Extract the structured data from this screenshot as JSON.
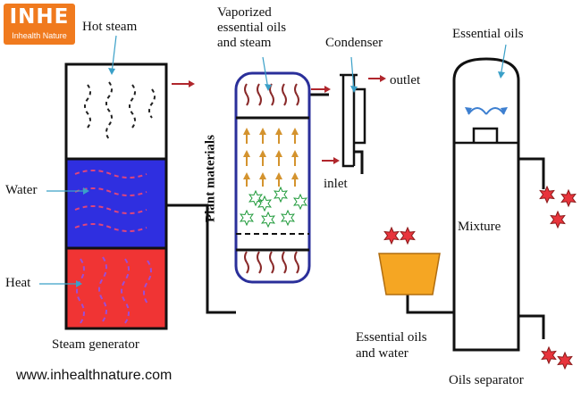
{
  "logo": {
    "main": "INHE",
    "sub": "Inhealth Nature"
  },
  "labels": {
    "hot_steam": "Hot steam",
    "water": "Water",
    "heat": "Heat",
    "steam_generator": "Steam generator",
    "vaporized_1": "Vaporized",
    "vaporized_2": "essential oils",
    "vaporized_3": "and steam",
    "plant_materials": "Plant materials",
    "condenser": "Condenser",
    "outlet": "outlet",
    "inlet": "inlet",
    "essential_oils": "Essential oils",
    "mixture": "Mixture",
    "eo_water_1": "Essential oils",
    "eo_water_2": "and water",
    "oils_separator": "Oils separator"
  },
  "website": "www.inhealthnature.com",
  "colors": {
    "water": "#2f2fe0",
    "heat": "#f03434",
    "pipe": "#111111",
    "arrow": "#b0262c",
    "leaf": "#1f9a3a",
    "oil_drop": "#e8343c",
    "funnel": "#f5a623",
    "column_border": "#2a2f9a",
    "logo": "#f07a1e"
  }
}
